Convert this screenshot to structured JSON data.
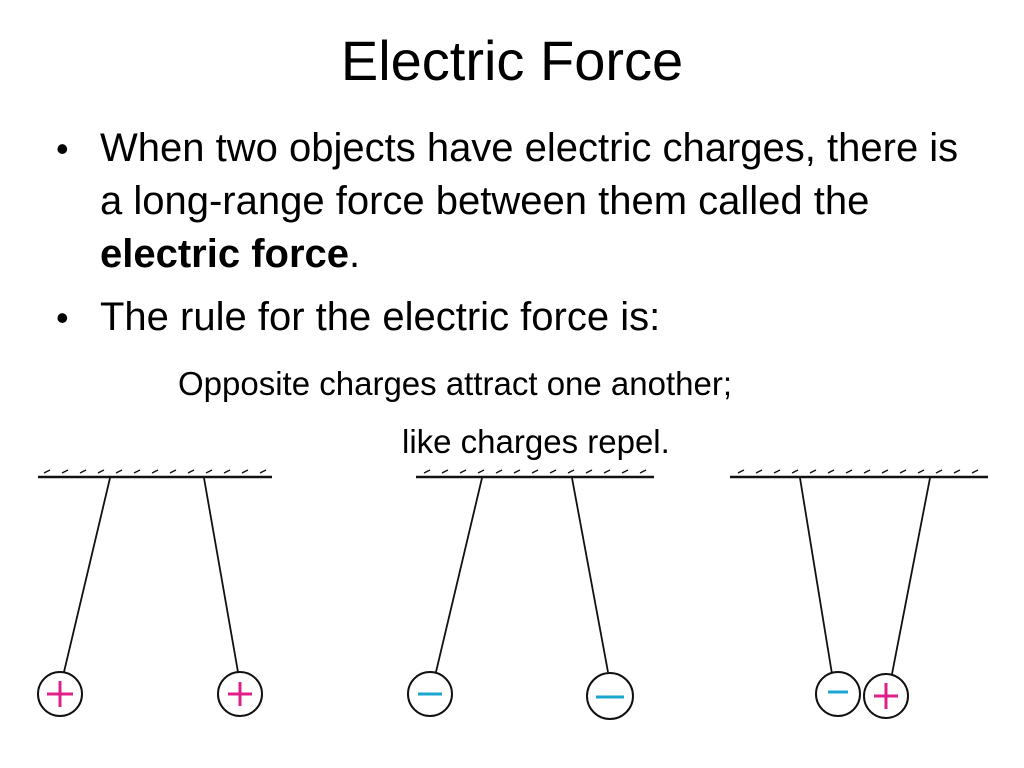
{
  "slide": {
    "title": "Electric Force",
    "bullets": [
      {
        "text_before": "When two objects have electric charges, there is a long-range force between them called the ",
        "bold": "electric force",
        "text_after": "."
      },
      {
        "text": "The rule for the electric force is:"
      }
    ],
    "rule": {
      "line1": "Opposite charges attract one another;",
      "line2": "like charges repel."
    },
    "bullet_symbol": "•"
  },
  "figure": {
    "pendulum_pairs": [
      {
        "left_charge": "+",
        "right_charge": "+",
        "interaction": "repel"
      },
      {
        "left_charge": "−",
        "right_charge": "−",
        "interaction": "repel"
      },
      {
        "left_charge": "−",
        "right_charge": "+",
        "interaction": "attract"
      }
    ],
    "colors": {
      "positive": "#e0208a",
      "negative": "#1aa6cf",
      "line": "#111111"
    }
  }
}
